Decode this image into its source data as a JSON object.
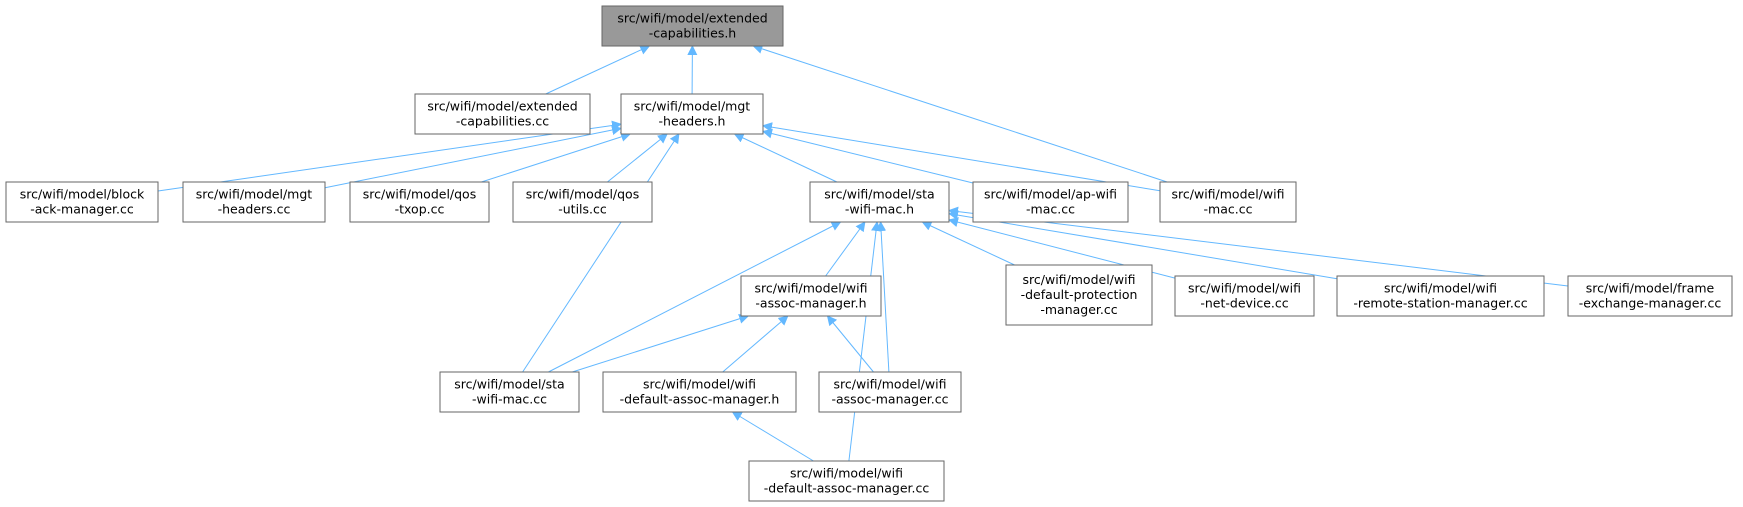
{
  "diagram": {
    "type": "include-dependency-graph",
    "colors": {
      "edge": "#63b8ff",
      "root_fill": "#999999",
      "node_border": "#666666"
    },
    "nodes": [
      {
        "id": "n0",
        "lines": [
          "src/wifi/model/extended",
          "-capabilities.h"
        ],
        "root": true
      },
      {
        "id": "n1",
        "lines": [
          "src/wifi/model/extended",
          "-capabilities.cc"
        ]
      },
      {
        "id": "n2",
        "lines": [
          "src/wifi/model/mgt",
          "-headers.h"
        ]
      },
      {
        "id": "n3",
        "lines": [
          "src/wifi/model/block",
          "-ack-manager.cc"
        ]
      },
      {
        "id": "n4",
        "lines": [
          "src/wifi/model/mgt",
          "-headers.cc"
        ]
      },
      {
        "id": "n5",
        "lines": [
          "src/wifi/model/qos",
          "-txop.cc"
        ]
      },
      {
        "id": "n6",
        "lines": [
          "src/wifi/model/qos",
          "-utils.cc"
        ]
      },
      {
        "id": "n7",
        "lines": [
          "src/wifi/model/sta",
          "-wifi-mac.h"
        ]
      },
      {
        "id": "n8",
        "lines": [
          "src/wifi/model/ap-wifi",
          "-mac.cc"
        ]
      },
      {
        "id": "n9",
        "lines": [
          "src/wifi/model/wifi",
          "-mac.cc"
        ]
      },
      {
        "id": "n10",
        "lines": [
          "src/wifi/model/wifi",
          "-assoc-manager.h"
        ]
      },
      {
        "id": "n11",
        "lines": [
          "src/wifi/model/wifi",
          "-default-protection",
          "-manager.cc"
        ]
      },
      {
        "id": "n12",
        "lines": [
          "src/wifi/model/wifi",
          "-net-device.cc"
        ]
      },
      {
        "id": "n13",
        "lines": [
          "src/wifi/model/wifi",
          "-remote-station-manager.cc"
        ]
      },
      {
        "id": "n14",
        "lines": [
          "src/wifi/model/frame",
          "-exchange-manager.cc"
        ]
      },
      {
        "id": "n15",
        "lines": [
          "src/wifi/model/sta",
          "-wifi-mac.cc"
        ]
      },
      {
        "id": "n16",
        "lines": [
          "src/wifi/model/wifi",
          "-default-assoc-manager.h"
        ]
      },
      {
        "id": "n17",
        "lines": [
          "src/wifi/model/wifi",
          "-assoc-manager.cc"
        ]
      },
      {
        "id": "n18",
        "lines": [
          "src/wifi/model/wifi",
          "-default-assoc-manager.cc"
        ]
      }
    ],
    "edges": [
      [
        "n1",
        "n0"
      ],
      [
        "n2",
        "n0"
      ],
      [
        "n9",
        "n0"
      ],
      [
        "n3",
        "n2"
      ],
      [
        "n4",
        "n2"
      ],
      [
        "n5",
        "n2"
      ],
      [
        "n6",
        "n2"
      ],
      [
        "n7",
        "n2"
      ],
      [
        "n8",
        "n2"
      ],
      [
        "n9",
        "n2"
      ],
      [
        "n15",
        "n2"
      ],
      [
        "n10",
        "n7"
      ],
      [
        "n11",
        "n7"
      ],
      [
        "n12",
        "n7"
      ],
      [
        "n13",
        "n7"
      ],
      [
        "n14",
        "n7"
      ],
      [
        "n15",
        "n7"
      ],
      [
        "n17",
        "n7"
      ],
      [
        "n18",
        "n7"
      ],
      [
        "n15",
        "n10"
      ],
      [
        "n16",
        "n10"
      ],
      [
        "n17",
        "n10"
      ],
      [
        "n18",
        "n16"
      ]
    ]
  }
}
